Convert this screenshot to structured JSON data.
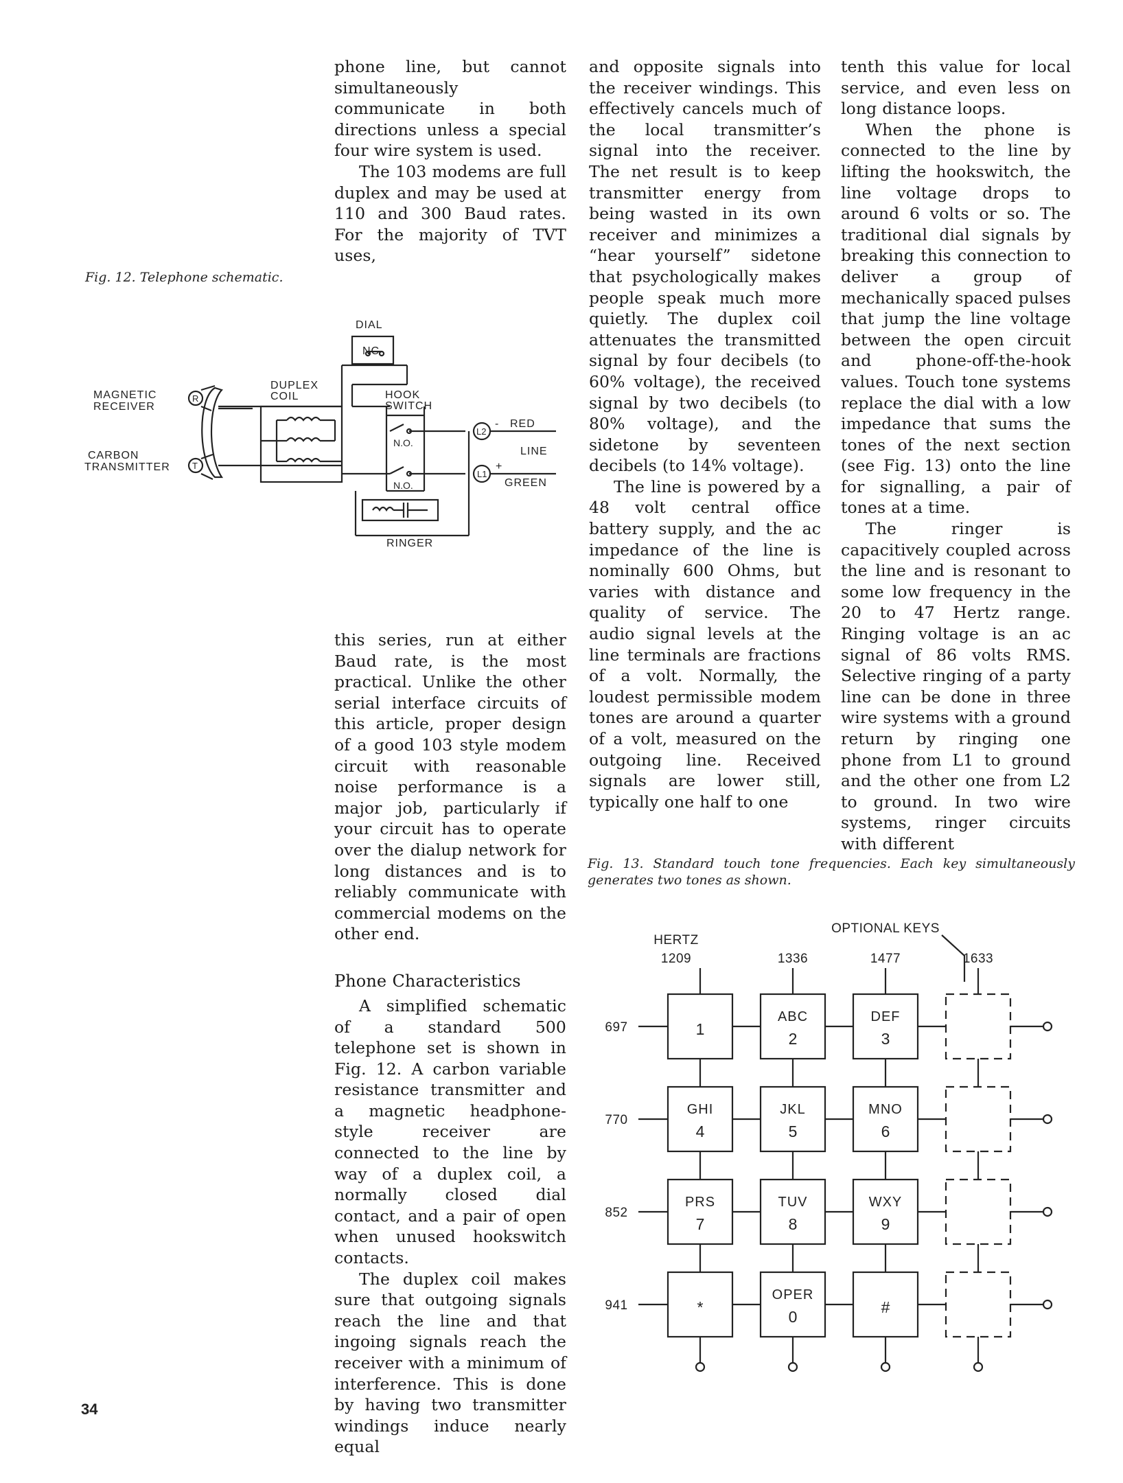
{
  "page_number": "34",
  "columns": {
    "col_b_top": [
      "phone line, but cannot simultaneously communicate in both directions unless a special four wire system is used.",
      "The 103 modems are full duplex and may be used at 110 and 300 Baud rates. For the majority of TVT uses,"
    ],
    "col_b_bottom": {
      "p1": "this series, run at either Baud rate, is the most practical. Unlike the other serial interface circuits of this article, proper design of a good 103 style modem circuit with reasonable noise performance is a major job, particularly if your circuit has to operate over the dialup network for long distances and is to reliably communicate with commercial modems on the other end.",
      "heading": "Phone Characteristics",
      "p2": "A simplified schematic of a standard 500 telephone set is shown in Fig. 12. A carbon variable resistance transmitter and a magnetic headphone-style receiver are connected to the line by way of a duplex coil, a normally closed dial contact, and a pair of open when unused hookswitch contacts.",
      "p3": "The duplex coil makes sure that outgoing signals reach the line and that ingoing signals reach the receiver with a minimum of interference. This is done by having two transmitter windings induce nearly equal"
    },
    "col_c": [
      "and opposite signals into the receiver windings. This effectively cancels much of the local transmitter’s signal into the receiver. The net result is to keep transmitter energy from being wasted in its own receiver and minimizes a “hear yourself” sidetone that psychologically makes people speak much more quietly. The duplex coil attenuates the transmitted signal by four decibels (to 60% voltage), the received signal by two decibels (to 80% voltage), and the sidetone by seventeen decibels (to 14% voltage).",
      "The line is powered by a 48 volt central office battery supply, and the ac impedance of the line is nominally 600 Ohms, but varies with distance and quality of service. The audio signal levels at the line terminals are fractions of a volt. Normally, the loudest permissible modem tones are around a quarter of a volt, measured on the outgoing line. Received signals are lower still, typically one half to one"
    ],
    "col_d": [
      "tenth this value for local service, and even less on long distance loops.",
      "When the phone is connected to the line by lifting the hookswitch, the line voltage drops to around 6 volts or so. The traditional dial signals by breaking this connection to deliver a group of mechanically spaced pulses that jump the line voltage between the open circuit and phone-off-the-hook values. Touch tone systems replace the dial with a low impedance that sums the tones of the next section (see Fig. 13) onto the line for signalling, a pair of tones at a time.",
      "The ringer is capacitively coupled across the line and is resonant to some low frequency in the 20 to 47 Hertz range. Ringing voltage is an ac signal of 86 volts RMS. Selective ringing of a party line can be done in three wire systems with a ground return by ringing one phone from L1 to ground and the other one from L2 to ground. In two wire systems, ringer circuits with different"
    ]
  },
  "fig12": {
    "caption": "Fig. 12. Telephone schematic.",
    "labels": {
      "dial": "DIAL",
      "nc": "NC",
      "magnetic": "MAGNETIC",
      "receiver": "RECEIVER",
      "carbon": "CARBON",
      "transmitter": "TRANSMITTER",
      "duplex": "DUPLEX",
      "coil": "COIL",
      "hook": "HOOK",
      "switch": "SWITCH",
      "no1": "N.O.",
      "no2": "N.O.",
      "red": "RED",
      "line": "LINE",
      "green": "GREEN",
      "ringer": "RINGER",
      "r": "R",
      "t": "T",
      "l1": "L1",
      "l2": "L2",
      "minus": "-",
      "plus": "+"
    }
  },
  "fig13": {
    "caption": "Fig. 13. Standard touch tone frequencies. Each key simultaneously generates two tones as shown.",
    "hertz_label": "HERTZ",
    "optional_keys_label": "OPTIONAL KEYS",
    "column_freqs": [
      "1209",
      "1336",
      "1477",
      "1633"
    ],
    "row_freqs": [
      "697",
      "770",
      "852",
      "941"
    ],
    "keys": [
      [
        {
          "letters": "",
          "digit": "1"
        },
        {
          "letters": "ABC",
          "digit": "2"
        },
        {
          "letters": "DEF",
          "digit": "3"
        }
      ],
      [
        {
          "letters": "GHI",
          "digit": "4"
        },
        {
          "letters": "JKL",
          "digit": "5"
        },
        {
          "letters": "MNO",
          "digit": "6"
        }
      ],
      [
        {
          "letters": "PRS",
          "digit": "7"
        },
        {
          "letters": "TUV",
          "digit": "8"
        },
        {
          "letters": "WXY",
          "digit": "9"
        }
      ],
      [
        {
          "letters": "",
          "digit": "*"
        },
        {
          "letters": "OPER",
          "digit": "0"
        },
        {
          "letters": "",
          "digit": "#"
        }
      ]
    ]
  }
}
